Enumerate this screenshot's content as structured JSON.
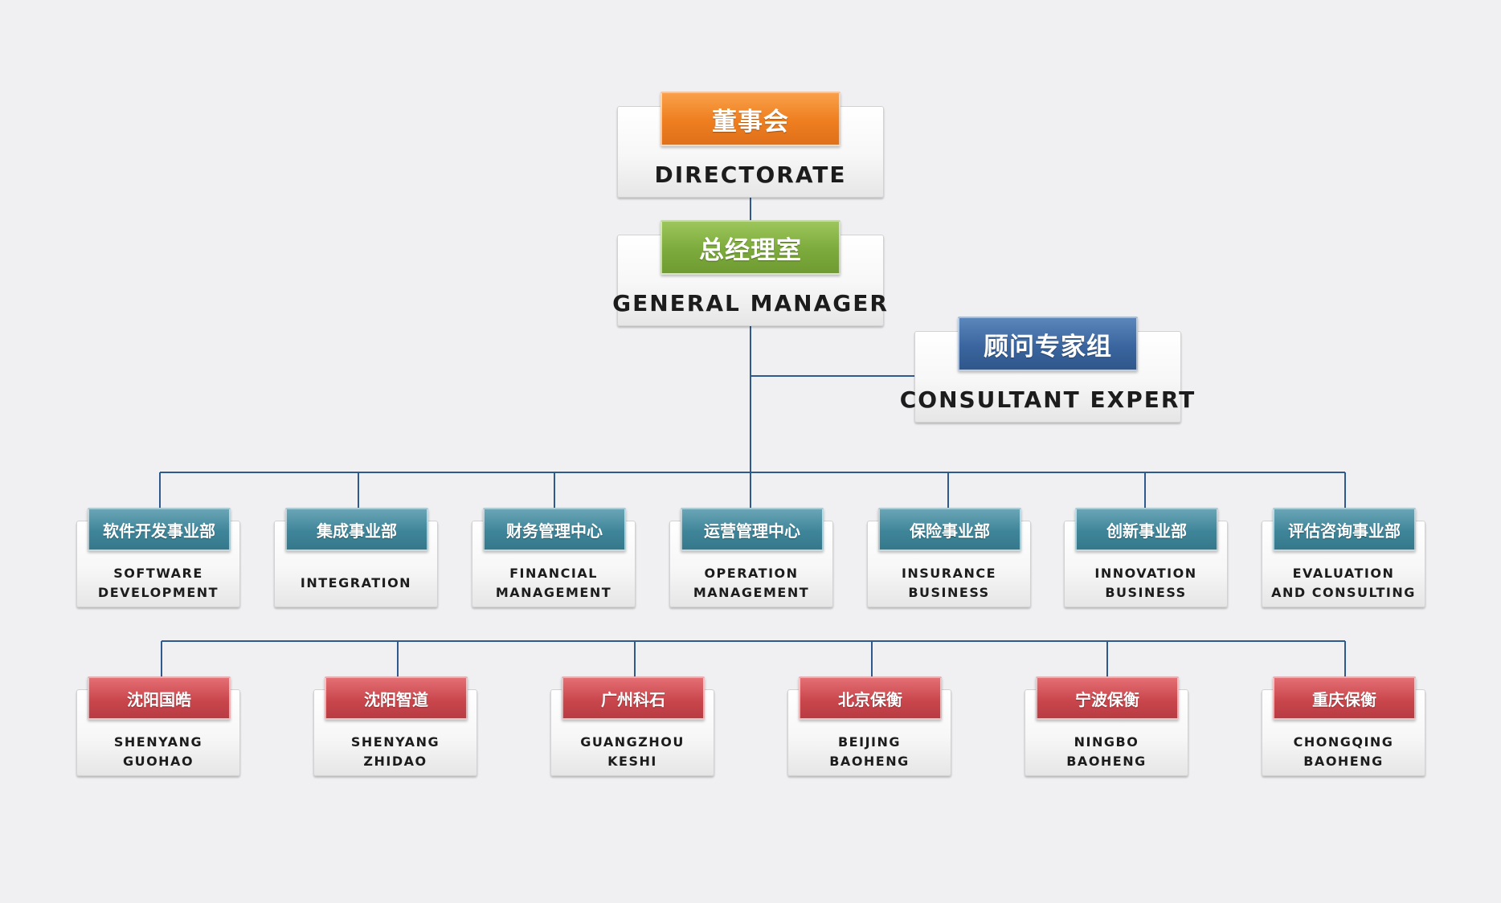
{
  "colors": {
    "directorate": "#ee7e1f",
    "general_manager": "#7daa3c",
    "consultant": "#3a659e",
    "department": "#3f8599",
    "branch": "#c9474d",
    "connector": "#2f5a8e"
  },
  "top": {
    "directorate": {
      "cn": "董事会",
      "en": "DIRECTORATE"
    },
    "general_manager": {
      "cn": "总经理室",
      "en": "GENERAL MANAGER"
    },
    "consultant": {
      "cn": "顾问专家组",
      "en": "CONSULTANT EXPERT"
    }
  },
  "departments": [
    {
      "cn": "软件开发事业部",
      "en": [
        "SOFTWARE",
        "DEVELOPMENT"
      ]
    },
    {
      "cn": "集成事业部",
      "en": [
        "INTEGRATION"
      ]
    },
    {
      "cn": "财务管理中心",
      "en": [
        "FINANCIAL",
        "MANAGEMENT"
      ]
    },
    {
      "cn": "运营管理中心",
      "en": [
        "OPERATION",
        "MANAGEMENT"
      ]
    },
    {
      "cn": "保险事业部",
      "en": [
        "INSURANCE",
        "BUSINESS"
      ]
    },
    {
      "cn": "创新事业部",
      "en": [
        "INNOVATION",
        "BUSINESS"
      ]
    },
    {
      "cn": "评估咨询事业部",
      "en": [
        "EVALUATION",
        "AND CONSULTING"
      ]
    }
  ],
  "branches": [
    {
      "cn": "沈阳国皓",
      "en": [
        "SHENYANG",
        "GUOHAO"
      ]
    },
    {
      "cn": "沈阳智道",
      "en": [
        "SHENYANG",
        "ZHIDAO"
      ]
    },
    {
      "cn": "广州科石",
      "en": [
        "GUANGZHOU",
        "KESHI"
      ]
    },
    {
      "cn": "北京保衡",
      "en": [
        "BEIJING",
        "BAOHENG"
      ]
    },
    {
      "cn": "宁波保衡",
      "en": [
        "NINGBO",
        "BAOHENG"
      ]
    },
    {
      "cn": "重庆保衡",
      "en": [
        "CHONGQING",
        "BAOHENG"
      ]
    }
  ]
}
